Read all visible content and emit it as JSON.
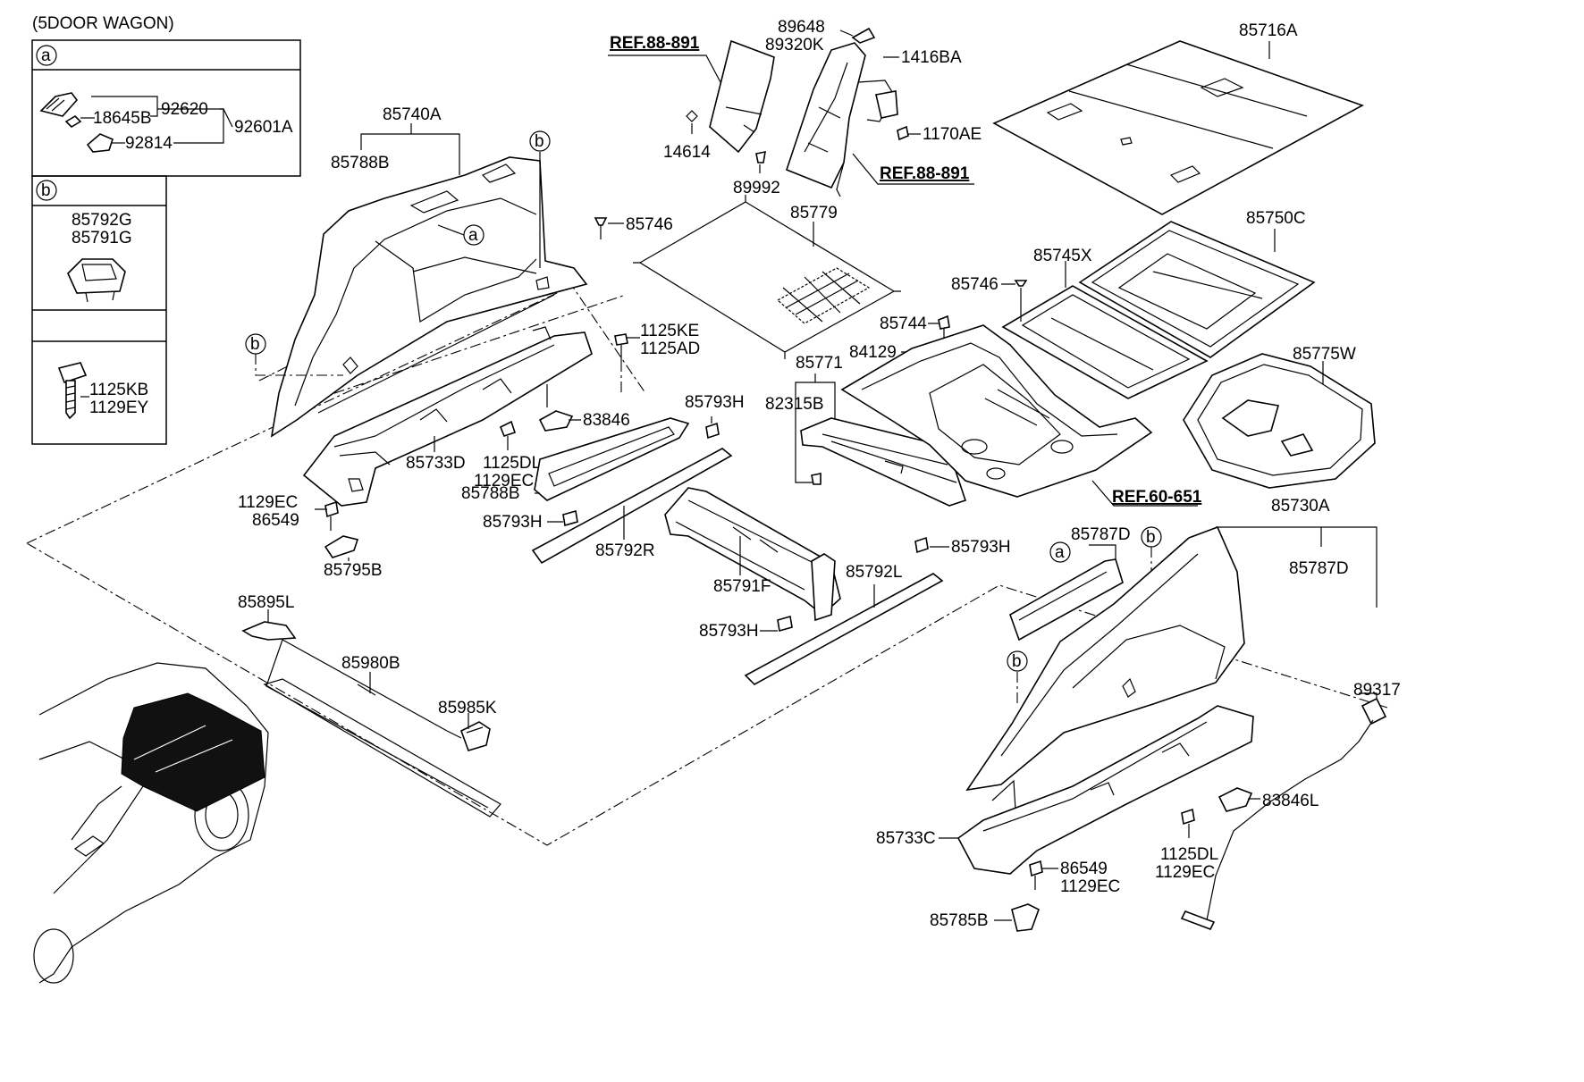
{
  "header": "(5DOOR WAGON)",
  "legend": {
    "a_letter": "a",
    "b_letter": "b",
    "a_parts": [
      "18645B",
      "92620",
      "92601A",
      "92814"
    ],
    "b_parts": [
      "85792G",
      "85791G"
    ],
    "c_parts": [
      "1125KB",
      "1129EY"
    ]
  },
  "circle_markers": [
    "a",
    "b",
    "b",
    "a",
    "b",
    "b"
  ],
  "references": [
    "REF.88-891",
    "REF.88-891",
    "REF.60-651"
  ],
  "parts": [
    "85740A",
    "85788B",
    "85746",
    "85733D",
    "1125KE",
    "1125AD",
    "83846",
    "1125DL",
    "1129EC",
    "1129EC",
    "86549",
    "85795B",
    "85793H",
    "85788B",
    "85793H",
    "85792R",
    "85791F",
    "85792L",
    "85793H",
    "85793H",
    "89648",
    "89320K",
    "1416BA",
    "14614",
    "89992",
    "1170AE",
    "85779",
    "85771",
    "82315B",
    "85716A",
    "85750C",
    "85745X",
    "85746",
    "85744",
    "84129",
    "85775W",
    "85787D",
    "85730A",
    "85787D",
    "89317",
    "83846L",
    "85733C",
    "86549",
    "1129EC",
    "1125DL",
    "1129EC",
    "85785B",
    "85895L",
    "85980B",
    "85985K"
  ]
}
